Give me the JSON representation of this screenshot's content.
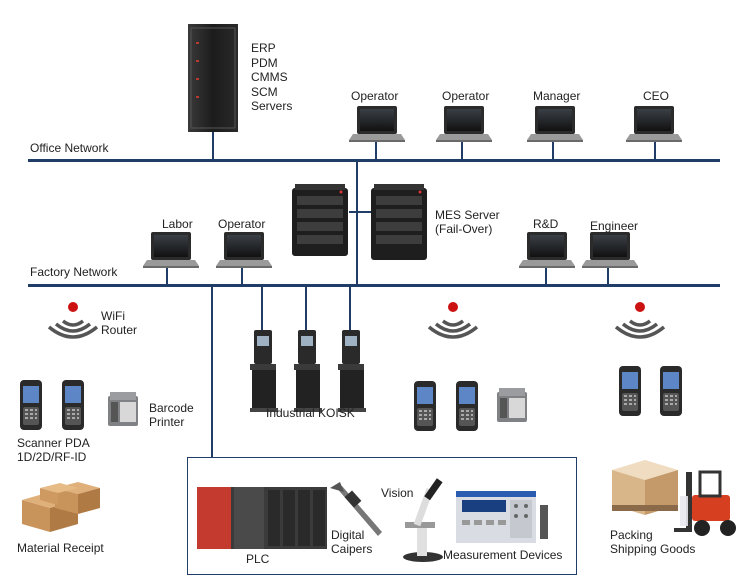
{
  "office_network": {
    "label": "Office Network",
    "servers_label": [
      "ERP",
      "PDM",
      "CMMS",
      "SCM",
      "Servers"
    ],
    "terminals": [
      "Operator",
      "Operator",
      "Manager",
      "CEO"
    ]
  },
  "factory_network": {
    "label": "Factory Network",
    "labor": "Labor",
    "operator": "Operator",
    "mes_server": [
      "MES Server",
      "(Fail-Over)"
    ],
    "rnd": "R&D",
    "engineer": "Engineer"
  },
  "floor": {
    "wifi_router": [
      "WiFi",
      "Router"
    ],
    "barcode_printer": [
      "Barcode",
      "Printer"
    ],
    "scanner_pda": [
      "Scanner PDA",
      "1D/2D/RF-ID"
    ],
    "material_receipt": "Material Receipt",
    "industrial_kiosk": "Industrial KOISK",
    "packing": [
      "Packing",
      "Shipping Goods"
    ]
  },
  "production": {
    "plc": "PLC",
    "digital_calipers": [
      "Digital",
      "Caipers"
    ],
    "vision": "Vision",
    "measurement_devices": "Measurement Devices"
  },
  "colors": {
    "network_line": "#1f3d66",
    "router_dot": "#cc1111",
    "box_brown": "#c9935c"
  }
}
